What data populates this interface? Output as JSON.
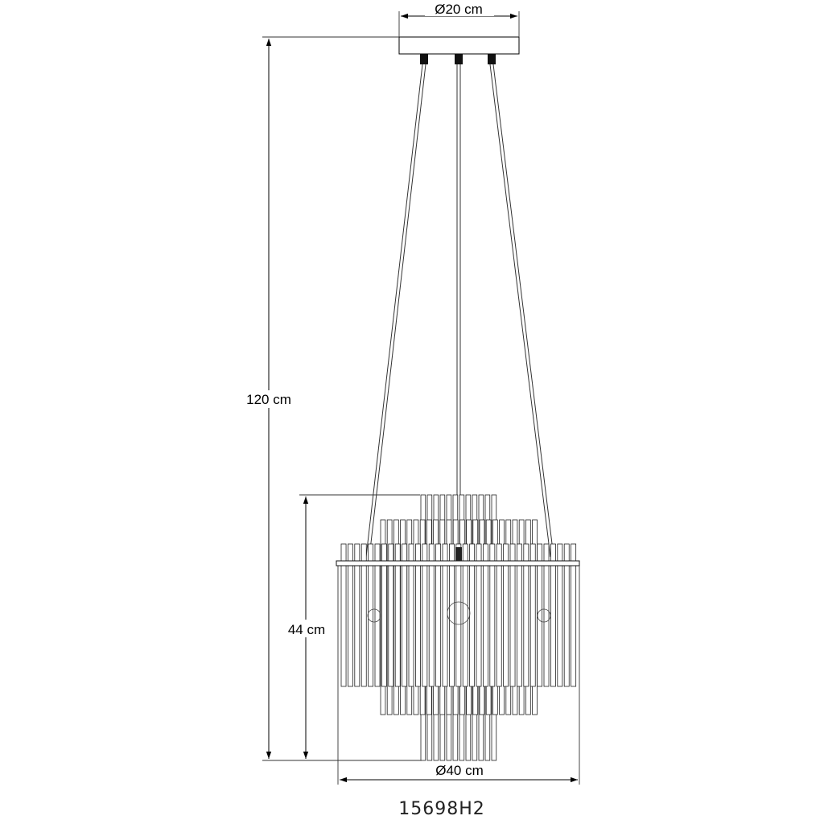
{
  "dimensions": {
    "canopy_diameter": "Ø20 cm",
    "total_height": "120 cm",
    "body_height": "44 cm",
    "body_diameter": "Ø40 cm"
  },
  "product_code": "15698H2"
}
